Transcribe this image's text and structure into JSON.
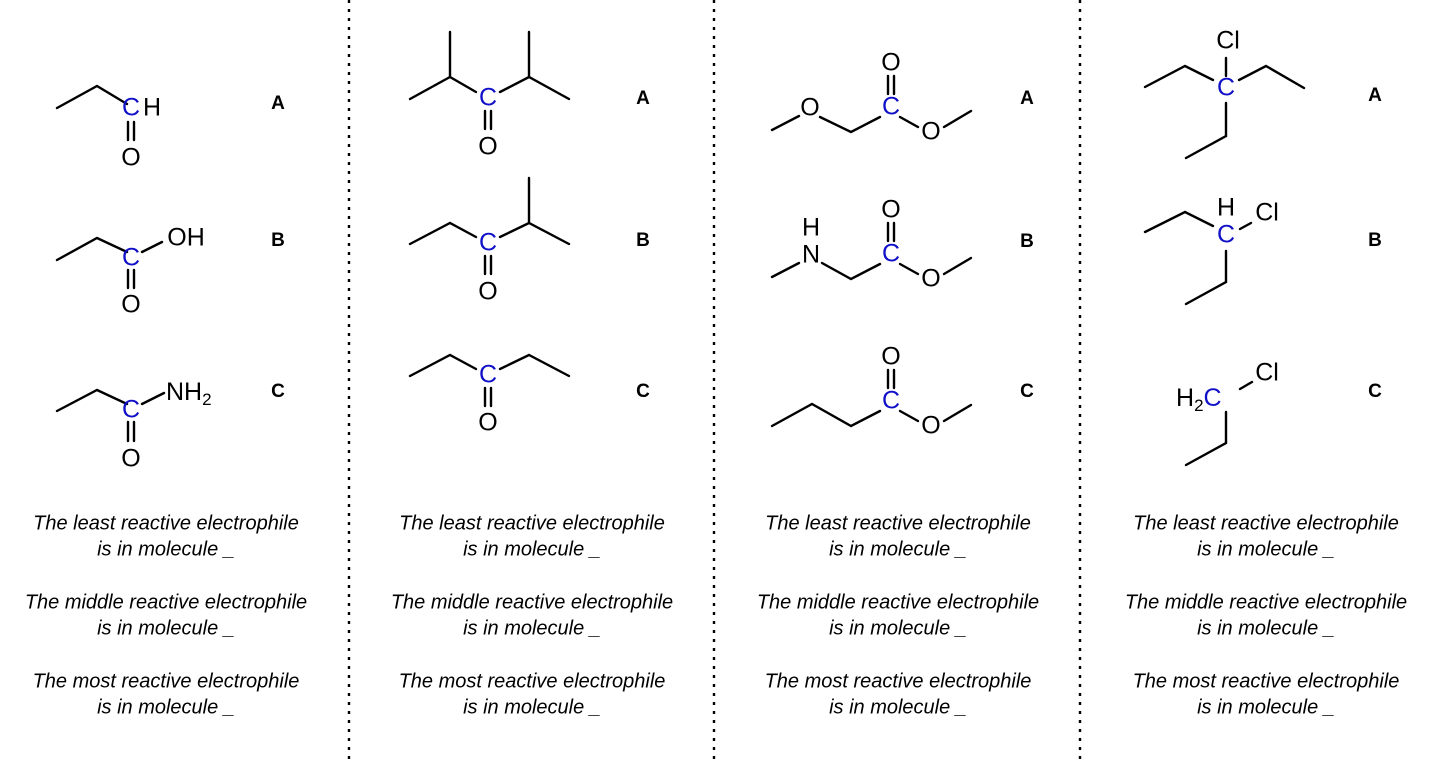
{
  "atoms": {
    "C": "C",
    "H": "H",
    "O": "O",
    "N": "N",
    "Cl": "Cl",
    "OH": "OH",
    "NH": "NH",
    "sub2": "2"
  },
  "colors": {
    "reactive_carbon": "#1010c8",
    "ink": "#000000"
  },
  "molecule_labels": [
    "A",
    "B",
    "C"
  ],
  "questions": [
    {
      "line1": "The least reactive electrophile",
      "line2": "is in molecule _"
    },
    {
      "line1": "The middle reactive electrophile",
      "line2": "is in molecule _"
    },
    {
      "line1": "The most reactive electrophile",
      "line2": "is in molecule _"
    }
  ]
}
